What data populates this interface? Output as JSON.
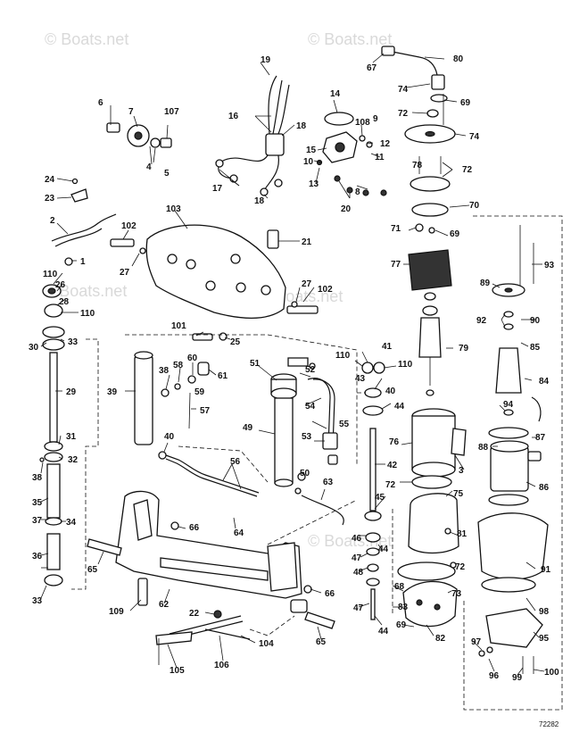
{
  "watermark": "© Boats.net",
  "diagram_code": "72282",
  "callouts": [
    "1",
    "2",
    "3",
    "4",
    "5",
    "6",
    "7",
    "8",
    "9",
    "10",
    "11",
    "12",
    "13",
    "14",
    "15",
    "16",
    "17",
    "18",
    "19",
    "20",
    "21",
    "22",
    "23",
    "24",
    "25",
    "26",
    "27",
    "28",
    "29",
    "30",
    "31",
    "32",
    "33",
    "34",
    "35",
    "36",
    "37",
    "38",
    "39",
    "40",
    "41",
    "42",
    "43",
    "44",
    "45",
    "46",
    "47",
    "48",
    "49",
    "50",
    "51",
    "52",
    "53",
    "54",
    "55",
    "56",
    "57",
    "58",
    "59",
    "60",
    "61",
    "62",
    "63",
    "64",
    "65",
    "66",
    "67",
    "68",
    "69",
    "70",
    "71",
    "72",
    "73",
    "74",
    "75",
    "76",
    "77",
    "78",
    "79",
    "80",
    "81",
    "82",
    "83",
    "84",
    "85",
    "86",
    "87",
    "88",
    "89",
    "90",
    "91",
    "92",
    "93",
    "94",
    "95",
    "96",
    "97",
    "98",
    "99",
    "100",
    "101",
    "102",
    "103",
    "104",
    "105",
    "106",
    "107",
    "108",
    "109",
    "110"
  ]
}
